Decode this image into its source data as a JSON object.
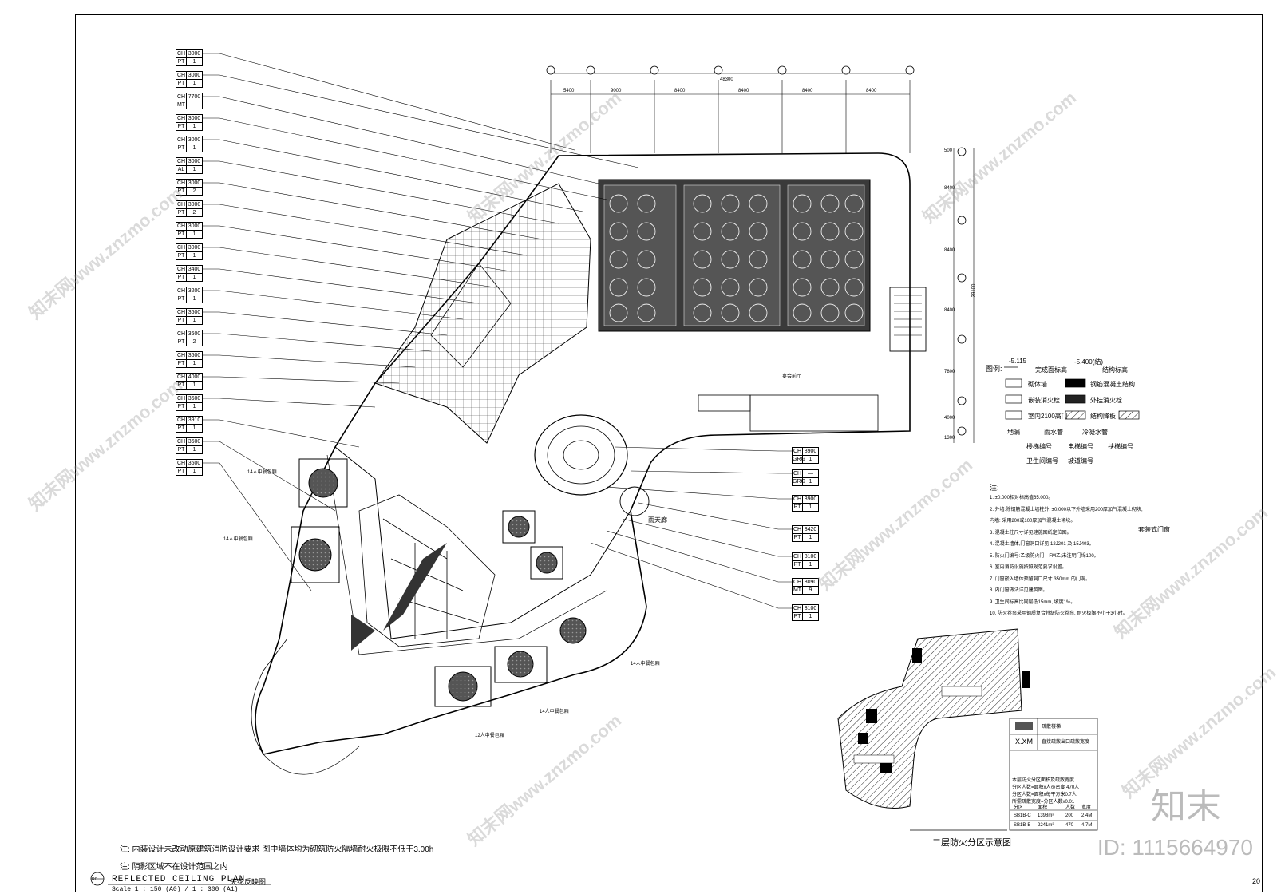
{
  "ceiling_tags": [
    [
      "CH",
      "3000",
      "PT",
      "1"
    ],
    [
      "CH",
      "3000",
      "PT",
      "1"
    ],
    [
      "CH",
      "7700",
      "MT",
      "—"
    ],
    [
      "CH",
      "3000",
      "PT",
      "1"
    ],
    [
      "CH",
      "3000",
      "PT",
      "1"
    ],
    [
      "CH",
      "3000",
      "AL",
      "1"
    ],
    [
      "CH",
      "3000",
      "PT",
      "2"
    ],
    [
      "CH",
      "3000",
      "PT",
      "2"
    ],
    [
      "CH",
      "3000",
      "PT",
      "1"
    ],
    [
      "CH",
      "3000",
      "PT",
      "1"
    ],
    [
      "CH",
      "3400",
      "PT",
      "1"
    ],
    [
      "CH",
      "3200",
      "PT",
      "1"
    ],
    [
      "CH",
      "3600",
      "PT",
      "1"
    ],
    [
      "CH",
      "3600",
      "PT",
      "2"
    ],
    [
      "CH",
      "3600",
      "PT",
      "1"
    ],
    [
      "CH",
      "4000",
      "PT",
      "1"
    ],
    [
      "CH",
      "3600",
      "PT",
      "1"
    ],
    [
      "CH",
      "3910",
      "PT",
      "1"
    ],
    [
      "CH",
      "3600",
      "PT",
      "1"
    ],
    [
      "CH",
      "3600",
      "PT",
      "1"
    ]
  ],
  "right_tags": [
    [
      "CH",
      "8900",
      "GRG",
      "1"
    ],
    [
      "CH",
      "—",
      "GRG",
      "1"
    ],
    [
      "CH",
      "8900",
      "PT",
      "1"
    ],
    [
      "CH",
      "8420",
      "PT",
      "1"
    ],
    [
      "CH",
      "8100",
      "PT",
      "1"
    ],
    [
      "CH",
      "8090",
      "MT",
      "9"
    ],
    [
      "CH",
      "8100",
      "PT",
      "1"
    ]
  ],
  "dimensions": {
    "total_top": "48300",
    "top_segments": [
      "5400",
      "9000",
      "8400",
      "8400",
      "8400",
      "8400"
    ],
    "right_segments": [
      "500",
      "8400",
      "8400",
      "8400",
      "7800",
      "4000",
      "1300"
    ],
    "right_total": "39100"
  },
  "legend": {
    "title": "图例:",
    "finish_level": "完成面标高",
    "structure_level": "结构标高",
    "items": [
      "砌体墙",
      "钢筋混凝土结构",
      "嵌装消火栓",
      "外挂消火栓",
      "室内2100高门",
      "结构降板",
      "地漏",
      "雨水管",
      "冷凝水管",
      "楼梯编号",
      "电梯编号",
      "扶梯编号",
      "卫生间编号",
      "坡道编号"
    ],
    "level_a": "-5.115",
    "level_b": "-5.400(结)"
  },
  "notes_header": "注:",
  "notes": [
    "1. ±0.000相对标高值65.000。",
    "2. 外墙:除钢筋混凝土墙柱外, ±0.000以下外墙采用200厚加气混凝土砌块,",
    "   内墙: 采用200或100厚加气混凝土砌块。",
    "3. 混凝土柱尺寸详见建施图纸定位图。",
    "4. 混凝土墙体,门窗洞口详见 12J201 及 15J403。",
    "5. 防火门编号:乙级防火门—FM乙;未注明门垛100。",
    "6. 室内消防设施按照规范要求设置。",
    "7. 门窗嵌入墙体预留洞口尺寸 350mm 的门洞。",
    "8. 内门窗做法详见建筑图。",
    "9. 卫生间标高比同层低15mm, 坡度1%。",
    "10. 防火卷帘采用钢质复合特级防火卷帘, 耐火极限不小于3小时。"
  ],
  "door_label": "套装式门窗",
  "fire_zone": {
    "title": "二层防火分区示意图",
    "legend_a": "疏散楼梯",
    "legend_b_code": "X.XM",
    "legend_b": "直接疏散出口疏散宽度",
    "summary_1": "本层防火分区面积及疏散宽度",
    "summary_2": "分区人数=面积x人员密度 470人",
    "summary_3": "分区人数=面积x每平方米0.7人",
    "summary_4": "所需疏散宽度=分区人数x0.01",
    "table_headers": [
      "分区",
      "面积",
      "人数",
      "宽度"
    ],
    "rows": [
      [
        "SB1B-C",
        "1398m²",
        "200",
        "2.4M"
      ],
      [
        "SB1B-B",
        "2241m²",
        "470",
        "4.7M"
      ]
    ]
  },
  "bottom_notes": [
    "注: 内装设计未改动原建筑消防设计要求 图中墙体均为砌筑防火隔墙耐火极限不低于3.00h",
    "注: 阴影区域不在设计范围之内"
  ],
  "room_labels": [
    "14人中餐包厢",
    "14人中餐包厢",
    "14人中餐包厢",
    "14人中餐包厢",
    "12人中餐包厢",
    "宴会前厅",
    "雨天廊"
  ],
  "title_block": {
    "symbol": "RC",
    "title": "REFLECTED CEILING PLAN",
    "title_cn": "天花反映图",
    "scale": "Scale 1 : 150 (A0) / 1 : 300 (A1)"
  },
  "page_num": "20",
  "brand": "知末",
  "id_text": "ID: 1115664970",
  "watermark": "知末网www.znzmo.com"
}
